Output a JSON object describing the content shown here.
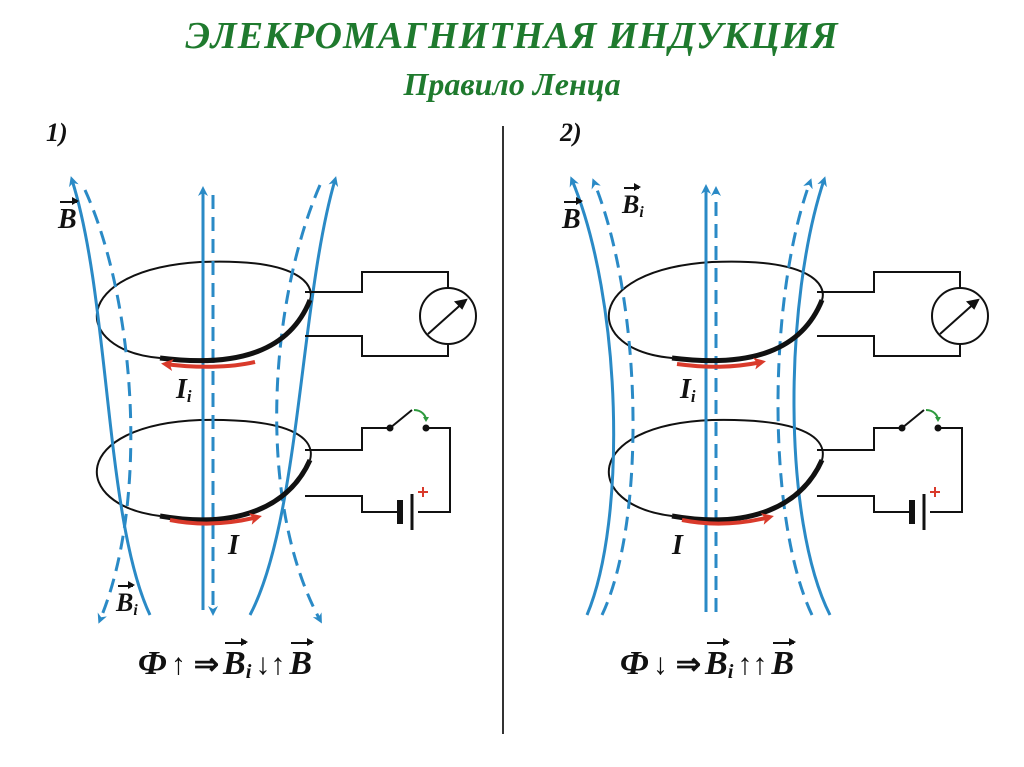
{
  "title": "ЭЛЕКРОМАГНИТНАЯ  ИНДУКЦИЯ",
  "subtitle": "Правило Ленца",
  "panels": [
    {
      "number": "1)",
      "field_label": "B",
      "induced_field_label": "B",
      "induced_field_sub": "i",
      "induced_current_label": "I",
      "induced_current_sub": "i",
      "current_label": "I",
      "formula": {
        "flux": "Ф",
        "flux_arrow": "↑",
        "implies": "⇒",
        "bi": "B",
        "bi_sub": "i",
        "relation": "↓↑",
        "b": "B"
      }
    },
    {
      "number": "2)",
      "field_label": "B",
      "induced_field_label": "B",
      "induced_field_sub": "i",
      "induced_current_label": "I",
      "induced_current_sub": "i",
      "current_label": "I",
      "formula": {
        "flux": "Ф",
        "flux_arrow": "↓",
        "implies": "⇒",
        "bi": "B",
        "bi_sub": "i",
        "relation": "↑↑",
        "b": "B"
      }
    }
  ],
  "colors": {
    "title": "#1f7a2e",
    "field_line": "#2a8ac6",
    "current": "#d93a2b",
    "wire": "#111111",
    "battery_plus": "#d93a2b",
    "switch_arc": "#2e9a3e"
  }
}
